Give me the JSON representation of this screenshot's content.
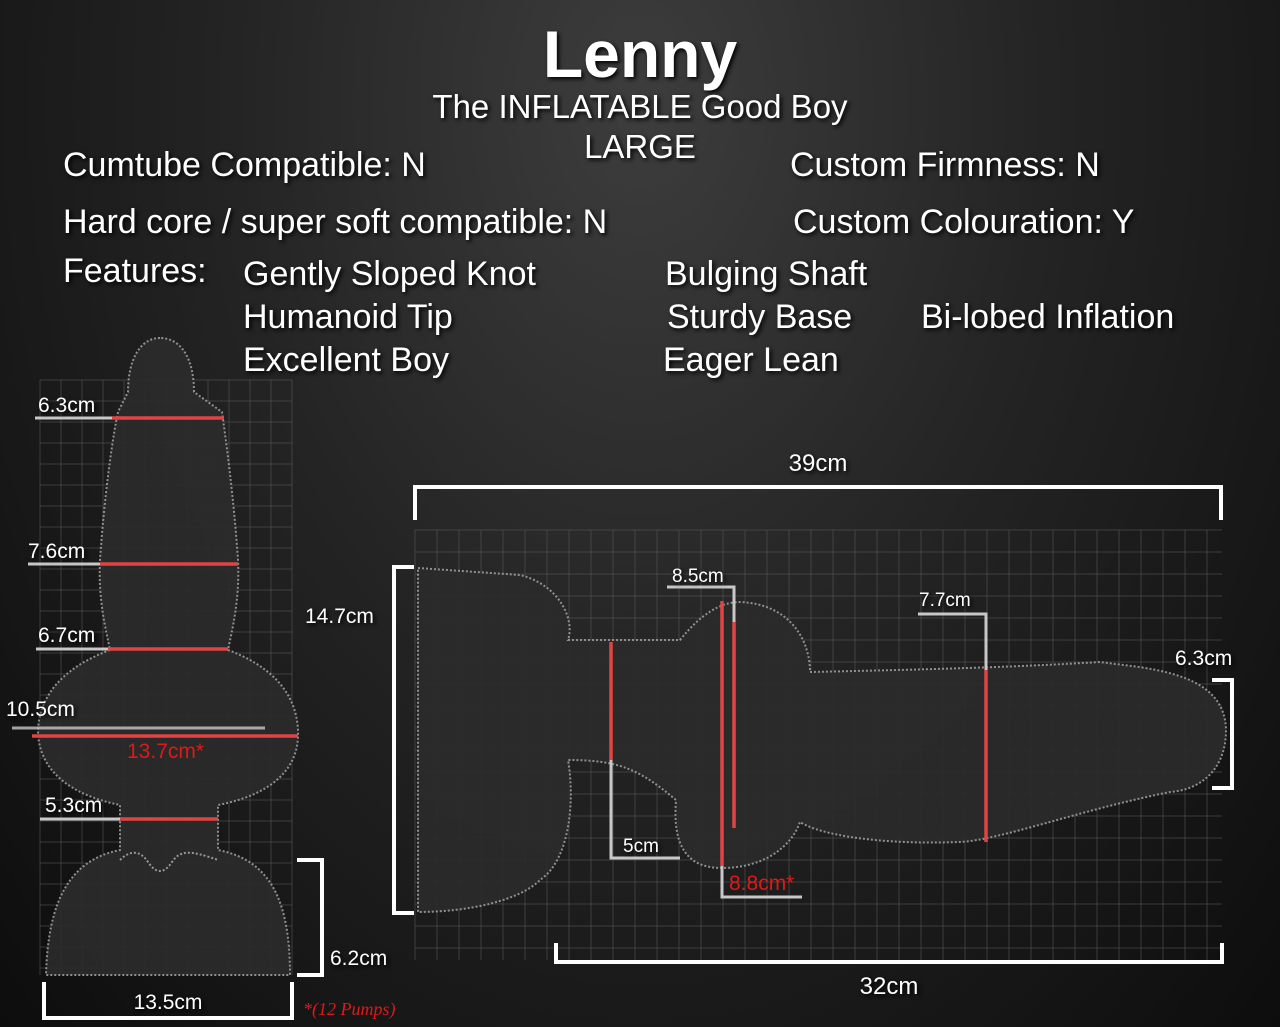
{
  "header": {
    "title": "Lenny",
    "subtitle": "The INFLATABLE Good Boy",
    "size": "LARGE"
  },
  "specs": {
    "cumtube": "Cumtube Compatible: N",
    "firmness": "Custom Firmness: N",
    "hardcore": "Hard core / super soft compatible: N",
    "colouration": "Custom Colouration: Y"
  },
  "features": {
    "label": "Features:",
    "items": [
      "Gently Sloped Knot",
      "Bulging Shaft",
      "Humanoid Tip",
      "Sturdy Base",
      "Bi-lobed Inflation",
      "Excellent Boy",
      "Eager Lean"
    ]
  },
  "front_view": {
    "tip": "6.3cm",
    "shaft": "7.6cm",
    "lower_shaft": "6.7cm",
    "knot": "10.5cm",
    "knot_inflated": "13.7cm*",
    "neck": "5.3cm",
    "base_height": "6.2cm",
    "base_width": "13.5cm",
    "note": "*(12 Pumps)"
  },
  "side_view": {
    "total_length": "39cm",
    "insertable_length": "32cm",
    "base_height": "14.7cm",
    "neck": "5cm",
    "knot": "8.5cm",
    "knot_inflated": "8.8cm*",
    "shaft": "7.7cm",
    "tip": "6.3cm"
  },
  "colors": {
    "measure": "#e04444",
    "inflated": "#e01818",
    "background": "#1a1a1a"
  }
}
